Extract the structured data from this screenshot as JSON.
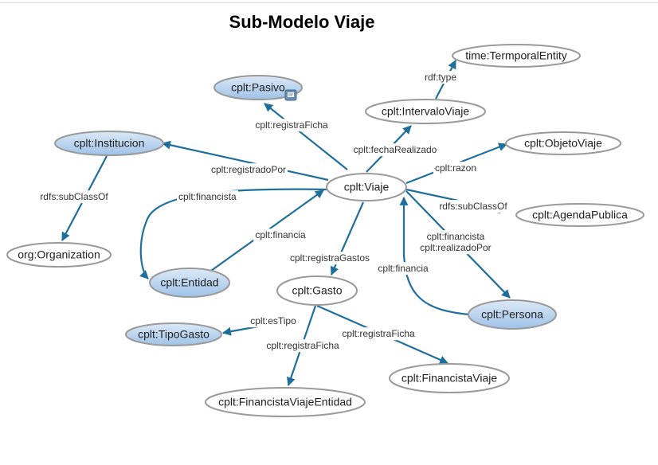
{
  "title": "Sub-Modelo Viaje",
  "colors": {
    "edge": "#1f6f9c",
    "node_border": "#9a9a9a",
    "highlight_top": "#dce9f7",
    "highlight_bottom": "#9ec2e8"
  },
  "nodes": [
    {
      "id": "viaje",
      "label": "cplt:Viaje",
      "style": "plain"
    },
    {
      "id": "pasivo",
      "label": "cplt:Pasivo",
      "style": "highlight",
      "badge": "note-icon"
    },
    {
      "id": "institucion",
      "label": "cplt:Institucion",
      "style": "highlight"
    },
    {
      "id": "organization",
      "label": "org:Organization",
      "style": "plain"
    },
    {
      "id": "entidad",
      "label": "cplt:Entidad",
      "style": "highlight"
    },
    {
      "id": "intervalo",
      "label": "cplt:IntervaloViaje",
      "style": "plain"
    },
    {
      "id": "temporal",
      "label": "time:TermporalEntity",
      "style": "plain"
    },
    {
      "id": "objeto",
      "label": "cplt:ObjetoViaje",
      "style": "plain"
    },
    {
      "id": "agenda",
      "label": "cplt:AgendaPublica",
      "style": "plain"
    },
    {
      "id": "persona",
      "label": "cplt:Persona",
      "style": "highlight"
    },
    {
      "id": "gasto",
      "label": "cplt:Gasto",
      "style": "plain"
    },
    {
      "id": "tipogasto",
      "label": "cplt:TipoGasto",
      "style": "highlight"
    },
    {
      "id": "financistaviaje",
      "label": "cplt:FinancistaViaje",
      "style": "plain"
    },
    {
      "id": "fve",
      "label": "cplt:FinancistaViajeEntidad",
      "style": "plain"
    }
  ],
  "edges": [
    {
      "id": "e1",
      "from": "viaje",
      "to": "pasivo",
      "label": "cplt:registraFicha"
    },
    {
      "id": "e2",
      "from": "viaje",
      "to": "institucion",
      "label": "cplt:registradoPor"
    },
    {
      "id": "e3",
      "from": "institucion",
      "to": "organization",
      "label": "rdfs:subClassOf"
    },
    {
      "id": "e4",
      "from": "viaje",
      "to": "entidad",
      "label": "cplt:financista"
    },
    {
      "id": "e5",
      "from": "entidad",
      "to": "viaje",
      "label": "cplt:financia"
    },
    {
      "id": "e6",
      "from": "viaje",
      "to": "intervalo",
      "label": "cplt:fechaRealizado"
    },
    {
      "id": "e7",
      "from": "intervalo",
      "to": "temporal",
      "label": "rdf:type"
    },
    {
      "id": "e8",
      "from": "viaje",
      "to": "objeto",
      "label": "cplt:razon"
    },
    {
      "id": "e9",
      "from": "viaje",
      "to": "agenda",
      "label": "rdfs:subClassOf"
    },
    {
      "id": "e10",
      "from": "viaje",
      "to": "persona",
      "label": "cplt:financista",
      "label2": "cplt:realizadoPor"
    },
    {
      "id": "e11",
      "from": "persona",
      "to": "viaje",
      "label": "cplt:financia"
    },
    {
      "id": "e12",
      "from": "viaje",
      "to": "gasto",
      "label": "cplt:registraGastos"
    },
    {
      "id": "e13",
      "from": "gasto",
      "to": "tipogasto",
      "label": "cplt:esTipo"
    },
    {
      "id": "e14",
      "from": "gasto",
      "to": "fve",
      "label": "cplt:registraFicha"
    },
    {
      "id": "e15",
      "from": "gasto",
      "to": "financistaviaje",
      "label": "cplt:registraFicha"
    }
  ]
}
